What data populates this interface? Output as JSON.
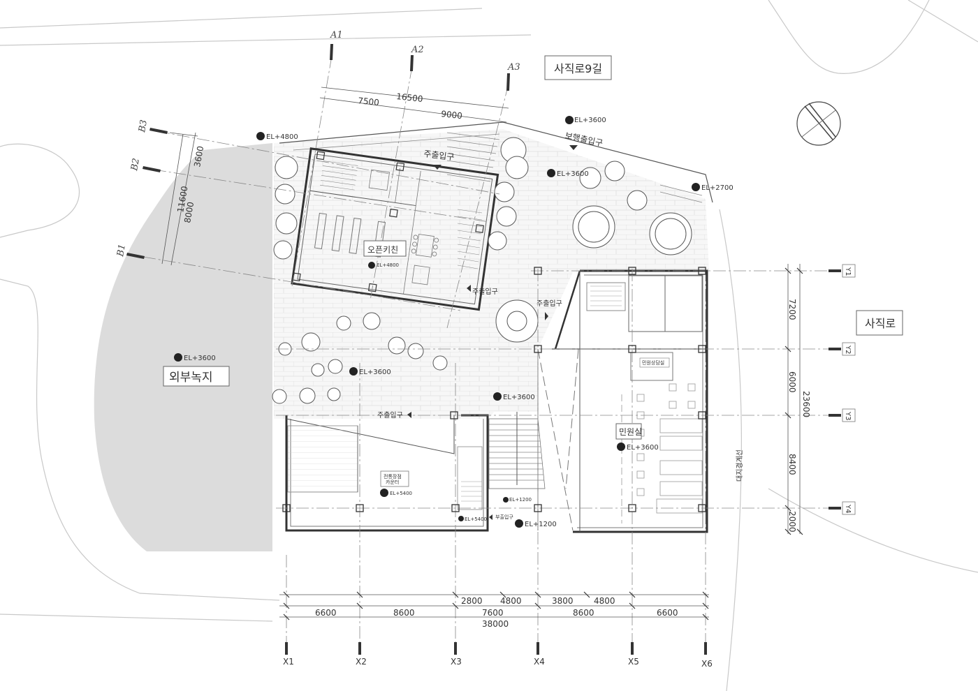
{
  "street_labels": {
    "sajik_9gil": "사직로9길",
    "sajik_ro": "사직로"
  },
  "area_labels": {
    "open_kitchen": "오픈키친",
    "outer_green": "외부녹지",
    "civil_office": "민원실",
    "counter_line1": "전통장점",
    "counter_line2": "카운터",
    "counseling": "민원상담실",
    "boundary": "대지경계선"
  },
  "entrances": {
    "main_top": "주출입구",
    "main_mid": "주출입구",
    "main_right": "주출입구",
    "main_lower": "주출입구",
    "pedestrian": "보행출입구",
    "sub": "부출입구"
  },
  "elevations": {
    "e1": "EL+4800",
    "e2": "EL+3600",
    "e3": "EL+3600",
    "e4": "EL+2700",
    "e5": "EL+4800",
    "e6": "EL+3600",
    "e7": "EL+3600",
    "e8": "EL+3600",
    "e9": "EL+3600",
    "e10": "EL+5400",
    "e11": "EL+5400",
    "e12": "EL+1200",
    "e13": "EL+1200"
  },
  "grid": {
    "x": [
      "X1",
      "X2",
      "X3",
      "X4",
      "X5",
      "X6"
    ],
    "y": [
      "Y1",
      "Y2",
      "Y3",
      "Y4"
    ],
    "a": [
      "A1",
      "A2",
      "A3"
    ],
    "b": [
      "B1",
      "B2",
      "B3"
    ]
  },
  "dims": {
    "a_total": "16500",
    "a_1": "7500",
    "a_2": "9000",
    "b_total": "11600",
    "b_1": "3600",
    "b_2": "8000",
    "y_total": "23600",
    "y_1": "7200",
    "y_2": "6000",
    "y_3": "8400",
    "y_4": "2000",
    "x_upper": [
      "2800",
      "4800",
      "3800",
      "4800"
    ],
    "x_lower": [
      "6600",
      "8600",
      "7600",
      "8600",
      "6600"
    ],
    "x_total": "38000"
  },
  "colors": {
    "line": "#4a4a4a",
    "green_area": "#dcdcdc",
    "paving": "#f2f2f2"
  }
}
